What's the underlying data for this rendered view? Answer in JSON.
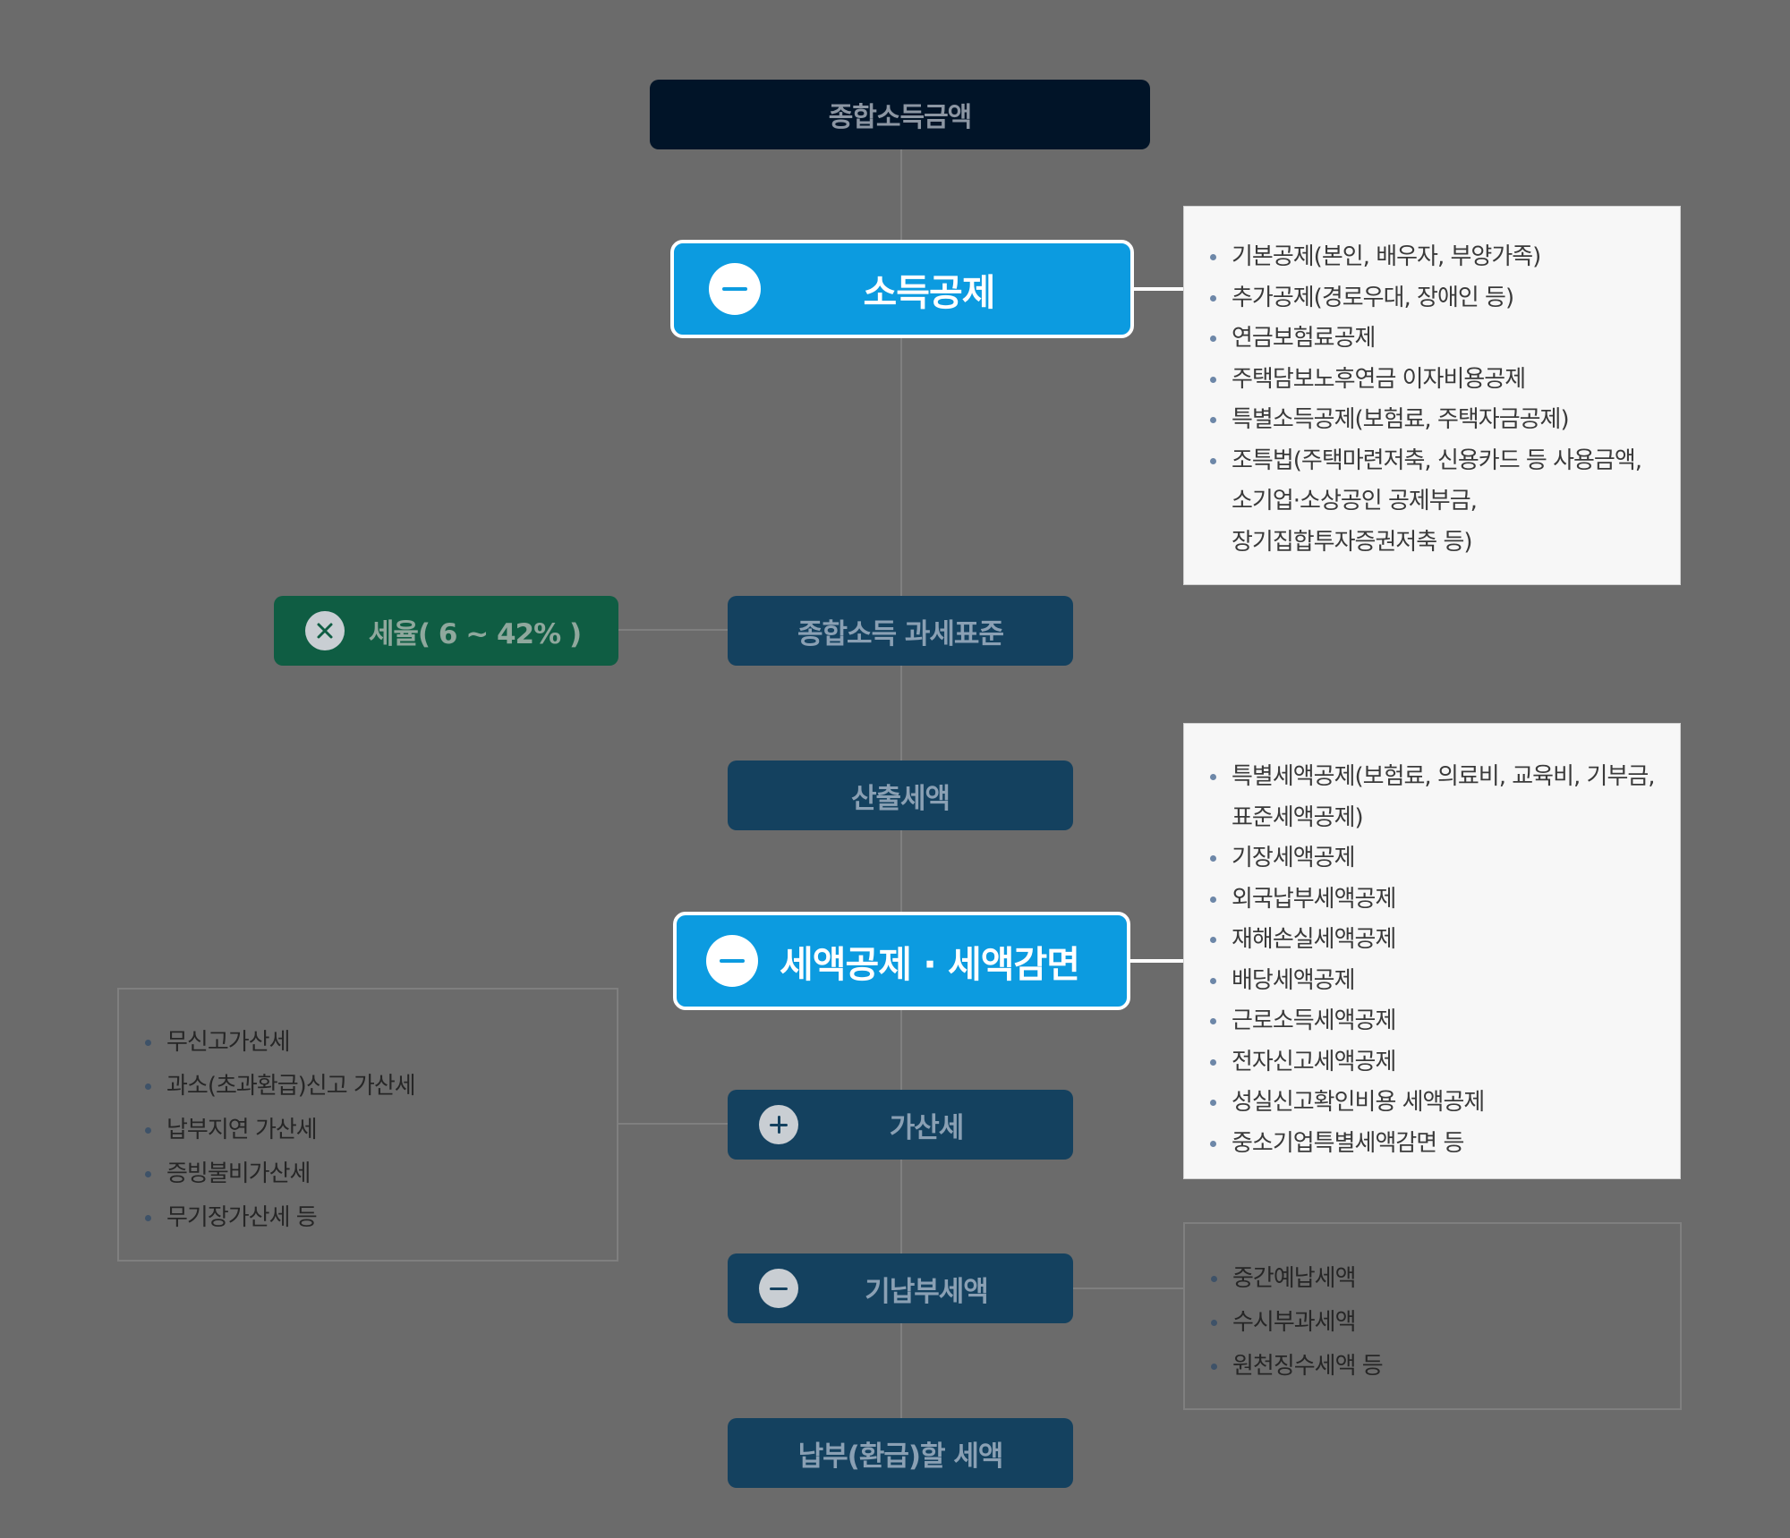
{
  "nodes": {
    "top": "종합소득금액",
    "income_deduction": "소득공제",
    "tax_base": "종합소득 과세표준",
    "tax_rate": "세율( 6 ~ 42% )",
    "calculated_tax": "산출세액",
    "tax_credit": "세액공제 · 세액감면",
    "penalty_tax": "가산세",
    "prepaid_tax": "기납부세액",
    "payable_tax": "납부(환급)할 세액"
  },
  "income_deduction_items": [
    "기본공제(본인, 배우자, 부양가족)",
    "추가공제(경로우대, 장애인 등)",
    "연금보험료공제",
    "주택담보노후연금 이자비용공제",
    "특별소득공제(보험료, 주택자금공제)",
    "조특법(주택마련저축, 신용카드 등 사용금액,",
    "소기업·소상공인 공제부금,",
    "장기집합투자증권저축 등)"
  ],
  "tax_credit_items": [
    "특별세액공제(보험료, 의료비, 교육비, 기부금,",
    "표준세액공제)",
    "기장세액공제",
    "외국납부세액공제",
    "재해손실세액공제",
    "배당세액공제",
    "근로소득세액공제",
    "전자신고세액공제",
    "성실신고확인비용 세액공제",
    "중소기업특별세액감면 등"
  ],
  "penalty_items": [
    "무신고가산세",
    "과소(초과환급)신고 가산세",
    "납부지연 가산세",
    "증빙불비가산세",
    "무기장가산세 등"
  ],
  "prepaid_items": [
    "중간예납세액",
    "수시부과세액",
    "원천징수세액 등"
  ],
  "colors": {
    "background": "#6b6b6b",
    "active_blue": "#0c9be0",
    "node_dark": "#14415f",
    "node_navy": "#011428",
    "node_green": "#0f5d43"
  },
  "icons": {
    "income_deduction": "minus-circle-icon",
    "tax_rate": "times-circle-icon",
    "tax_credit": "minus-circle-icon",
    "penalty_tax": "plus-circle-icon",
    "prepaid_tax": "minus-circle-icon"
  }
}
